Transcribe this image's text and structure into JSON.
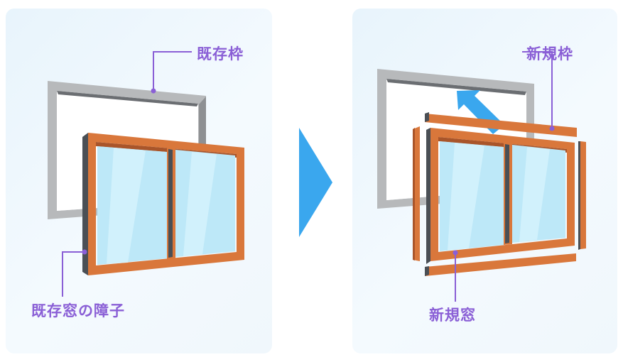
{
  "labels": {
    "existing_frame": "既存枠",
    "existing_sash": "既存窓の障子",
    "new_frame": "新規枠",
    "new_window": "新規窓"
  },
  "colors": {
    "panel_background": "#eef7fc",
    "label_purple": "#8a5fd6",
    "frame_orange": "#d9773b",
    "frame_orange_dark": "#a9552a",
    "frame_shadow": "#4a4f55",
    "existing_frame_gray": "#b7b9bb",
    "glass_blue": "#bde8f8",
    "arrow_blue": "#3aa7ee"
  },
  "icons": {
    "transition_arrow": "triangle-right-icon",
    "lift_arrow": "arrow-up-left-icon"
  }
}
